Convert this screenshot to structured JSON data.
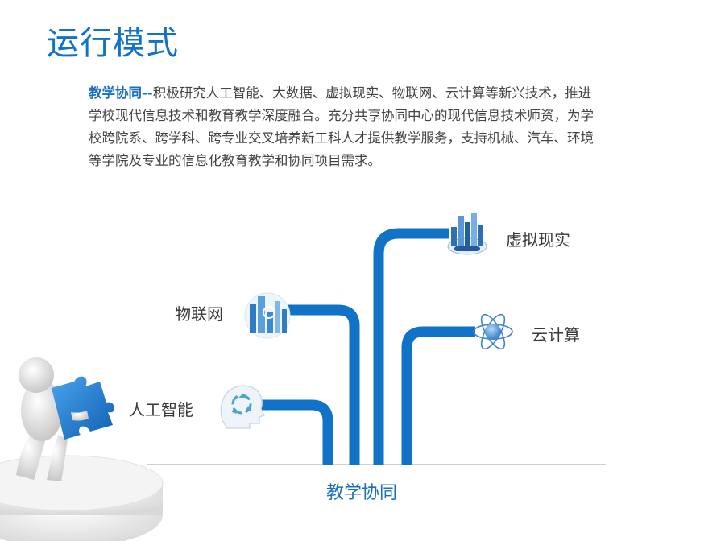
{
  "page": {
    "title": "运行模式",
    "intro_lead": "教学协同--",
    "intro_body": "积极研究人工智能、大数据、虚拟现实、物联网、云计算等新兴技术，推进学校现代信息技术和教育教学深度融合。充分共享协同中心的现代信息技术师资，为学校跨院系、跨学科、跨专业交叉培养新工科人才提供教学服务，支持机械、汽车、环境等学院及专业的信息化教育教学和协同项目需求。"
  },
  "diagram": {
    "root_label": "教学协同",
    "branches": [
      {
        "label": "人工智能",
        "icon": "ai-brain-icon"
      },
      {
        "label": "物联网",
        "icon": "city-globe-icon"
      },
      {
        "label": "虚拟现实",
        "icon": "business-city-icon"
      },
      {
        "label": "云计算",
        "icon": "atom-icon"
      }
    ],
    "accent_color": "#1173c7"
  }
}
